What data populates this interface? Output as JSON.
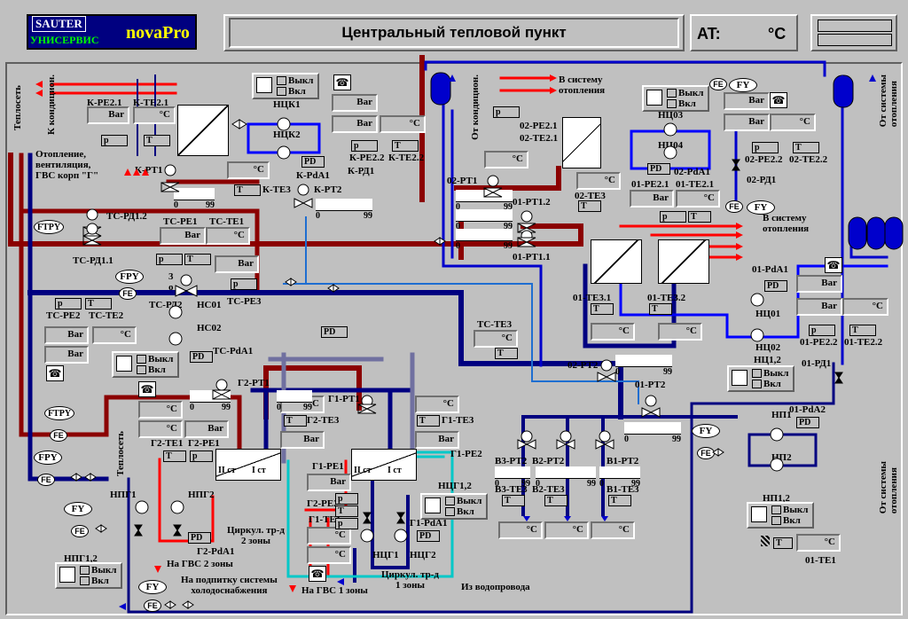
{
  "header": {
    "logo_brand": "SAUTER",
    "logo_company": "УНИСЕРВИС",
    "logo_product": "novaPro",
    "title": "Центральный тепловой пункт",
    "outdoor_label": "AT:",
    "outdoor_unit": "°C"
  },
  "units": {
    "pressure": "Bar",
    "temp": "°C"
  },
  "sensors": {
    "p": "p",
    "t": "T",
    "pd": "PD"
  },
  "scale": {
    "min": "0",
    "max": "99"
  },
  "switch": {
    "off": "Выкл",
    "on": "Вкл"
  },
  "flow": {
    "fe": "FE",
    "fy": "FY",
    "ftpy": "FTPY",
    "fpy": "FPY"
  },
  "labels": {
    "k_conditioners": "К кондицион.",
    "heat_source_left": "Теплосеть",
    "heating_vent": "Отопление,\nвентиляция,\nГВС корп \"Г\"",
    "k_pe21": "К-РЕ2.1",
    "k_te21": "К-ТЕ2.1",
    "nck1": "НЦК1",
    "nck2": "НЦК2",
    "k_pt1": "К-РТ1",
    "k_te3": "К-ТЕ3",
    "k_pda1": "К-PdA1",
    "k_pt2": "К-РТ2",
    "k_pe22": "К-РЕ2.2",
    "k_te22": "К-ТЕ2.2",
    "k_rd1": "К-РД1",
    "tc_rd12": "ТС-РД1.2",
    "tc_rd11": "ТС-РД1.1",
    "tc_pe1": "ТС-РЕ1",
    "tc_te1": "ТС-ТЕ1",
    "tc_pe2": "ТС-РЕ2",
    "tc_te2": "ТС-ТЕ2",
    "tc_rd2": "ТС-РД2",
    "hc01": "НС01",
    "hc02": "НС02",
    "tc_pe3": "ТС-РЕ3",
    "tc_pda1": "ТС-PdA1",
    "three_way": "3",
    "three_way_o": "о",
    "to_heating_system": "В систему\nотопления",
    "from_conditioners": "От кондицион.",
    "o2_pe21": "02-РЕ2.1",
    "o2_te21": "02-ТЕ2.1",
    "o2_pt1": "02-РТ1",
    "o2_te3": "02-ТЕ3",
    "o1_pt12": "01-РТ1.2",
    "o1_pt11": "01-РТ1.1",
    "nco3": "НЦ03",
    "nco4": "НЦ04",
    "o2_pda1": "02-PdA1",
    "o1_pe21": "01-РЕ2.1",
    "o1_te21": "01-ТЕ2.1",
    "o2_pe22": "02-РЕ2.2",
    "o2_te22": "02-ТЕ2.2",
    "o2_rd1": "02-РД1",
    "from_heating_system": "От системы\nотопления",
    "o1_pda1": "01-PdA1",
    "nc01": "НЦ01",
    "nc02": "НЦ02",
    "nc12": "НЦ1,2",
    "o1_pe22": "01-РЕ2.2",
    "o1_te22": "01-ТЕ2.2",
    "o1_rd1": "01-РД1",
    "o1_te31": "01-ТЕ3.1",
    "o1_te32": "01-ТЕ3.2",
    "o2_pt2": "02-РТ2",
    "o1_pt2": "01-РТ2",
    "tc_te3": "ТС-ТЕ3",
    "g2_pt1": "Г2-РТ1",
    "g1_pt1": "Г1-РТ1",
    "g2_te3": "Г2-ТЕ3",
    "g1_te3": "Г1-ТЕ3",
    "g2_te1": "Г2-ТЕ1",
    "g2_pe1": "Г2-РЕ1",
    "g1_te1_pe1": "Г1-ТЕ1",
    "g1_pe1": "Г1-РЕ1",
    "g1_pe2": "Г1-РЕ2",
    "g2_pe2": "Г2-РЕ2",
    "g1_pe1b": "Г1-РЕ1",
    "g1_te1": "Г1-ТЕ1",
    "g2_pda1": "Г2-PdA1",
    "g1_pda1": "Г1-PdA1",
    "hpg1": "НПГ1",
    "hpg2": "НПГ2",
    "hpg12": "НПГ1,2",
    "hcg1": "НЦГ1",
    "hcg2": "НЦГ2",
    "hcg12": "НЦГ1,2",
    "circ2": "Циркул. тр-д\n2 зоны",
    "circ1": "Циркул. тр-д\n1 зоны",
    "to_gvs2": "На ГВС 2 зоны",
    "to_gvs1": "На ГВС 1 зоны",
    "from_water": "Из водопровода",
    "makeup": "На подпитку системы\nхолодоснабжения",
    "pst": "II ст",
    "ist": "I ст",
    "v3_pt2": "В3-РТ2",
    "v2_pt2": "В2-РТ2",
    "v1_pt2": "В1-РТ2",
    "v3_te3": "В3-ТЕ3",
    "v2_te3": "В2-ТЕ3",
    "v1_te3": "В1-ТЕ3",
    "np1": "НП1",
    "np2": "НП2",
    "np12": "НП1,2",
    "o1_pda2": "01-PdA2",
    "o1_te1": "01-ТЕ1",
    "heat_source_mid": "Теплосеть",
    "from_heating_system_r": "От системы\nотопления"
  }
}
